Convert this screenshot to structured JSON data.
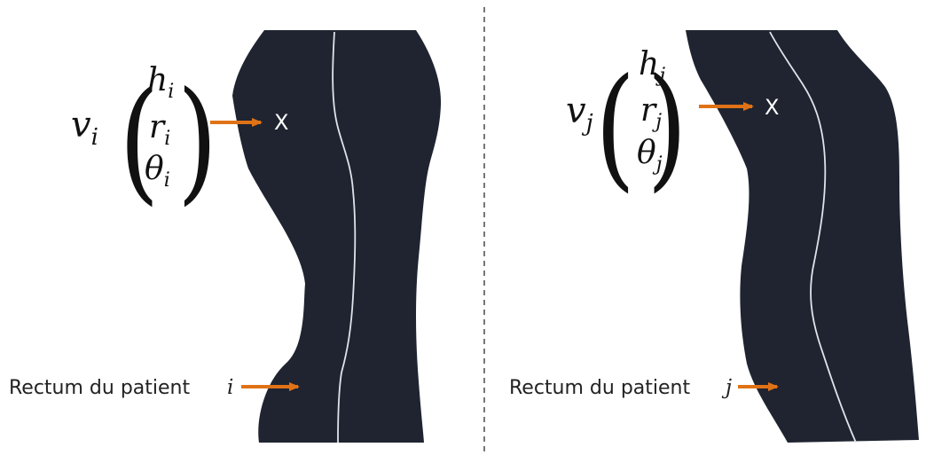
{
  "colors": {
    "organ_fill": "#1f2430",
    "centerline": "#dfe3ea",
    "arrow": "#e07216",
    "divider": "#555555"
  },
  "left": {
    "vector_name": "v",
    "vector_sub": "i",
    "components": [
      {
        "sym": "h",
        "sub": "i"
      },
      {
        "sym": "r",
        "sub": "i"
      },
      {
        "sym": "θ",
        "sub": "i"
      }
    ],
    "point_mark": "X",
    "caption_text": "Rectum du patient",
    "caption_var": "i"
  },
  "right": {
    "vector_name": "v",
    "vector_sub": "j",
    "components": [
      {
        "sym": "h",
        "sub": "j"
      },
      {
        "sym": "r",
        "sub": "j"
      },
      {
        "sym": "θ",
        "sub": "j"
      }
    ],
    "point_mark": "X",
    "caption_text": "Rectum du patient",
    "caption_var": "j"
  }
}
